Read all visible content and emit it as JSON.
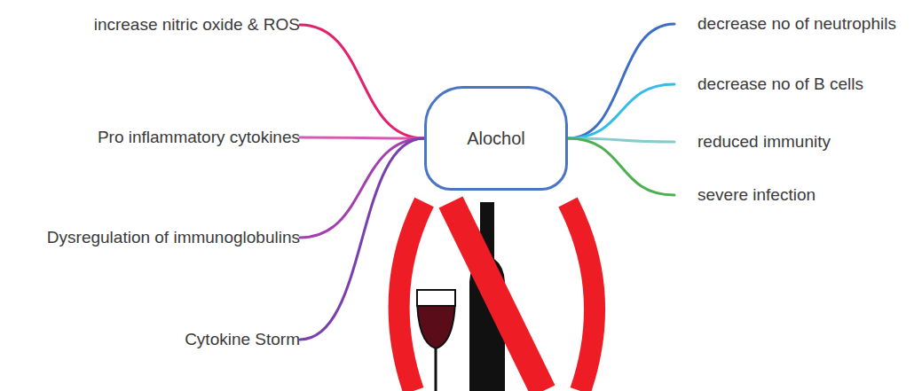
{
  "diagram": {
    "nodes": [
      {
        "text": [
          "Alochol"
        ]
      },
      {
        "text": [
          "increase nitric oxide & ROS"
        ]
      },
      {
        "text": [
          "Pro inflammatory cytokines"
        ]
      },
      {
        "text": [
          "Dysregulation of  immunoglobulins"
        ]
      },
      {
        "text": [
          "Cytokine Storm"
        ]
      },
      {
        "text": [
          "decrease no of neutrophils"
        ]
      },
      {
        "text": [
          "decrease no of  B cells"
        ]
      },
      {
        "text": [
          "reduced immunity"
        ]
      },
      {
        "text": [
          "severe infection"
        ]
      }
    ],
    "edges": [
      {
        "from": 0,
        "to": 1,
        "arrow": "none"
      },
      {
        "from": 0,
        "to": 2,
        "arrow": "none"
      },
      {
        "from": 0,
        "to": 3,
        "arrow": "none"
      },
      {
        "from": 0,
        "to": 4,
        "arrow": "none"
      },
      {
        "from": 0,
        "to": 5,
        "arrow": "none"
      },
      {
        "from": 0,
        "to": 6,
        "arrow": "none"
      },
      {
        "from": 0,
        "to": 7,
        "arrow": "none"
      },
      {
        "from": 0,
        "to": 8,
        "arrow": "none"
      }
    ]
  }
}
